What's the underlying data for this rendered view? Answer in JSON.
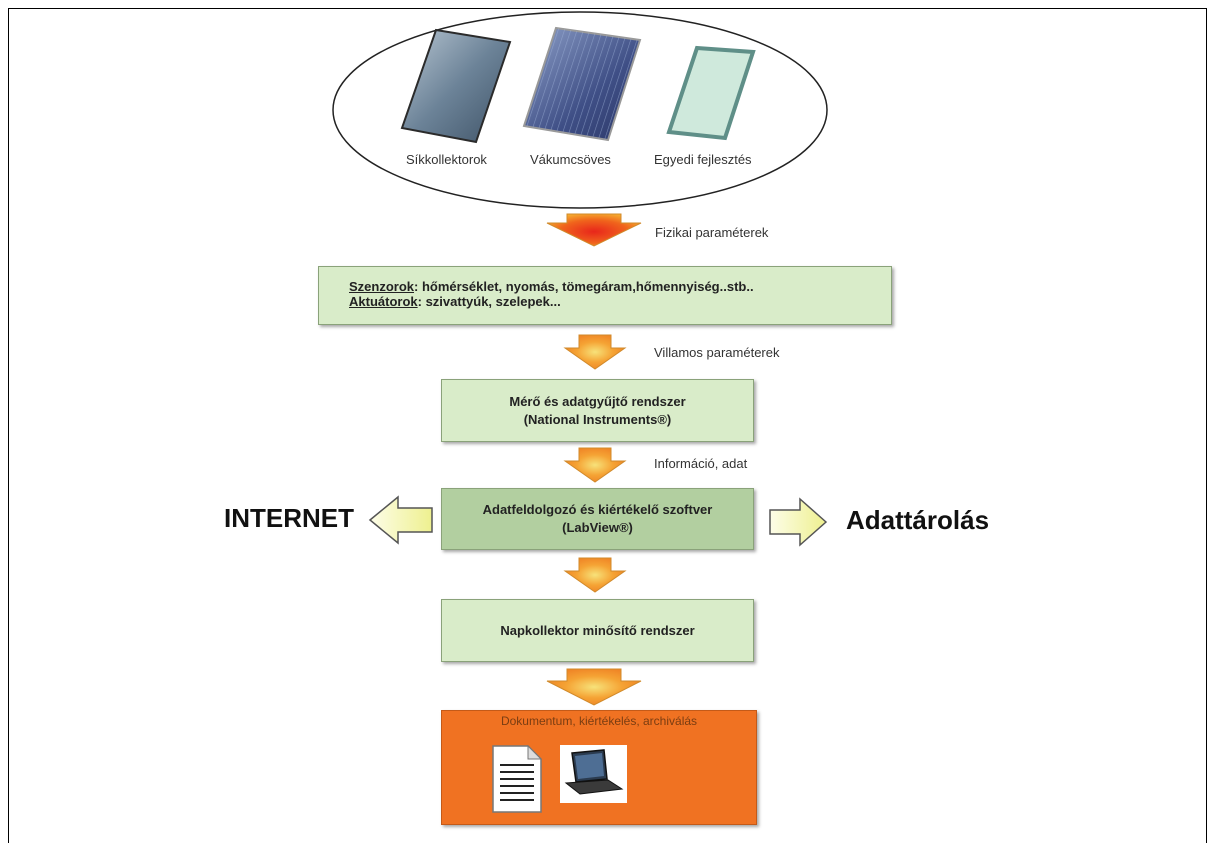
{
  "collectors": {
    "flat_label": "Síkkollektorok",
    "vacuum_label": "Vákumcsöves",
    "custom_label": "Egyedi fejlesztés"
  },
  "flow_labels": {
    "physical": "Fizikai paraméterek",
    "electrical": "Villamos paraméterek",
    "information": "Információ, adat"
  },
  "sensors_box": {
    "line1_key": "Szenzorok",
    "line1_rest": ": hőmérséklet, nyomás, tömegáram,hőmennyiség..stb..",
    "line2_key": "Aktuátorok",
    "line2_rest": ": szivattyúk, szelepek..."
  },
  "measure_box": {
    "line1": "Mérő és adatgyűjtő rendszer",
    "line2": "(National Instruments®)"
  },
  "processing_box": {
    "line1": "Adatfeldolgozó és kiértékelő szoftver",
    "line2": "(LabView®)"
  },
  "side_labels": {
    "left": "INTERNET",
    "right": "Adattárolás"
  },
  "qualify_box": {
    "label": "Napkollektor minősítő rendszer"
  },
  "document_box": {
    "label": "Dokumentum, kiértékelés, archiválás",
    "icons": [
      "document-icon",
      "laptop-icon"
    ]
  },
  "colors": {
    "box_fill": "#d9ecc9",
    "box_fill_dark": "#b2cfa0",
    "arrow_orange": "#f39a2b",
    "arrow_side": "#f2f3a8",
    "document_fill": "#f07222"
  }
}
